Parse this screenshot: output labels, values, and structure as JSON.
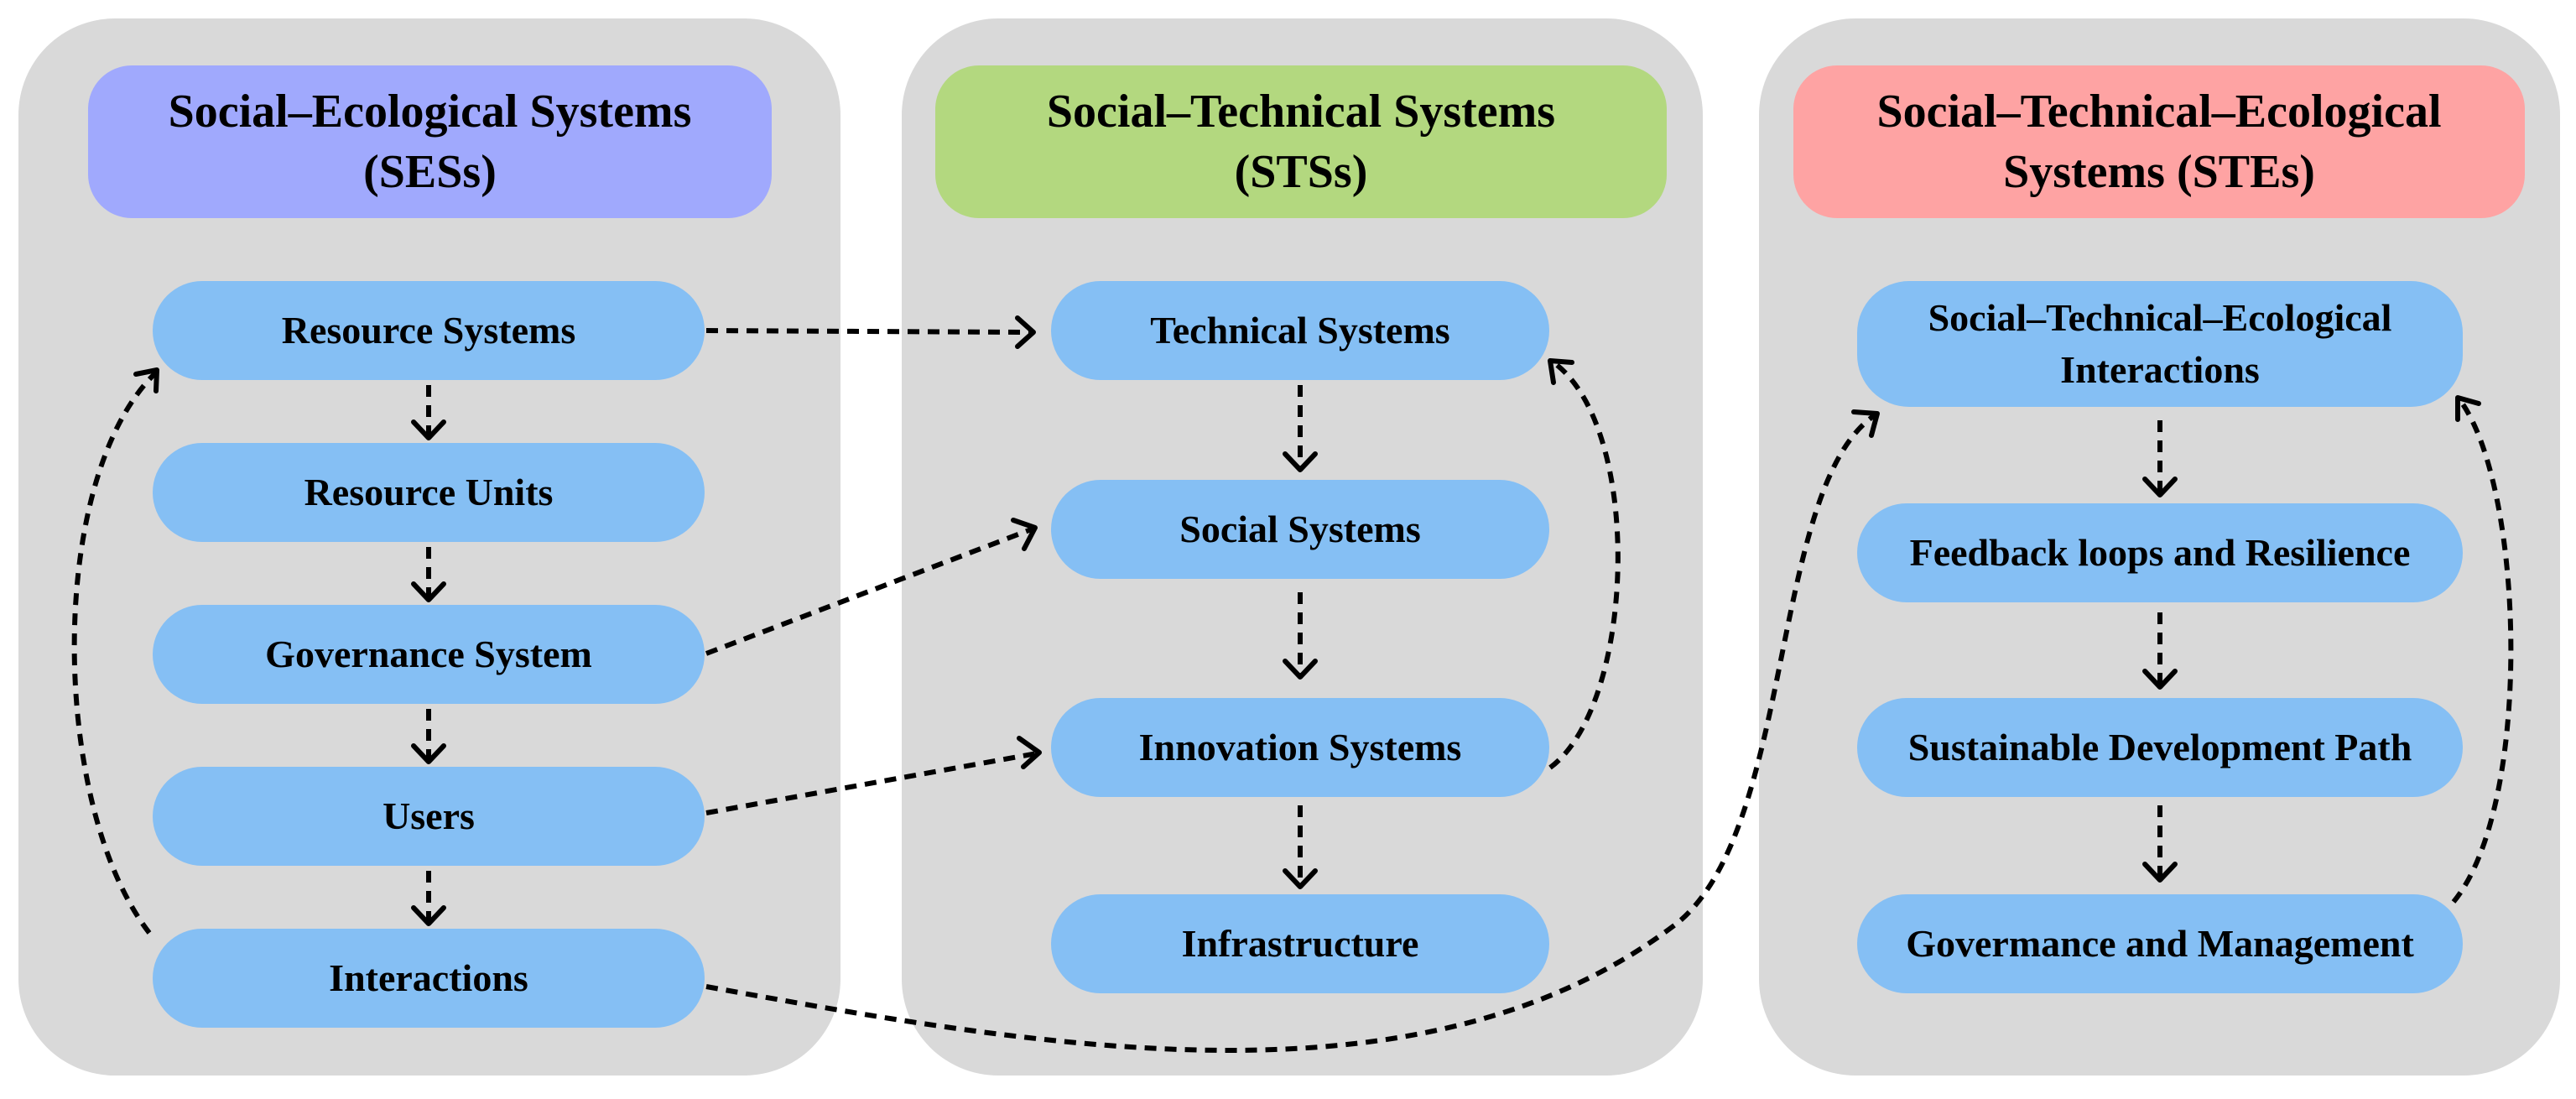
{
  "colors": {
    "panel": "#d9d9d9",
    "node": "#85bff4",
    "ses_header": "#a0a9fd",
    "sts_header": "#b3d87f",
    "ste_header": "#fea3a3"
  },
  "ses": {
    "title_line1": "Social–Ecological Systems",
    "title_line2": "(SESs)",
    "nodes": {
      "resource_systems": "Resource Systems",
      "resource_units": "Resource Units",
      "governance_system": "Governance System",
      "users": "Users",
      "interactions": "Interactions"
    }
  },
  "sts": {
    "title_line1": "Social–Technical Systems",
    "title_line2": "(STSs)",
    "nodes": {
      "technical_systems": "Technical Systems",
      "social_systems": "Social Systems",
      "innovation_systems": "Innovation Systems",
      "infrastructure": "Infrastructure"
    }
  },
  "ste": {
    "title_line1": "Social–Technical–Ecological",
    "title_line2": "Systems (STEs)",
    "nodes": {
      "ste_interactions_line1": "Social–Technical–Ecological",
      "ste_interactions_line2": "Interactions",
      "feedback_loops": "Feedback loops and Resilience",
      "sustainable_path": "Sustainable Development Path",
      "governance_management": "Govermance and Management"
    }
  }
}
